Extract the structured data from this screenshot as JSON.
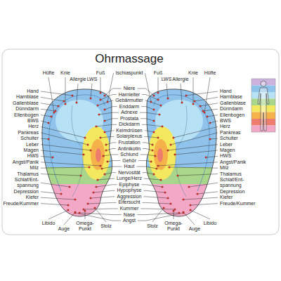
{
  "diagram": {
    "title": "Ohrmassage",
    "labels": [
      "Hüfte",
      "Knie",
      "Fuß",
      "Ischiaspunkt",
      "Fuß",
      "Knie",
      "Hüfte",
      "Allergie",
      "LWS",
      "LWS",
      "Allergie",
      "Hand",
      "Harnblase",
      "Gallenblase",
      "Dünndarm",
      "Ellenbogen",
      "BWS",
      "Herz",
      "Pankreas",
      "Schulter",
      "Leber",
      "Magen",
      "HWS",
      "Angst/Panik",
      "Milz",
      "Thalamus",
      "Schlaf/Ent- spannung",
      "Depression",
      "Kiefer",
      "Freude/Kummer",
      "Niere",
      "Harnleiter",
      "Gebärmutter",
      "Enddarm",
      "Adnexe",
      "Prostata",
      "Dickdarm",
      "Keimdrüsen",
      "Solarplexus",
      "Frustation",
      "Antinikotin",
      "Schlund",
      "Gehör",
      "Haut",
      "Nervosität",
      "Lunge/Herz",
      "Epiphyse",
      "Hypophyse",
      "Aggression",
      "Eifersucht",
      "Kummer",
      "Nase",
      "Angst",
      "Hand",
      "Harnblase",
      "Gallenblase",
      "Dünndarm",
      "Ellenbogen",
      "BWS",
      "Herz",
      "Pankreas",
      "Schulter",
      "Leber",
      "Magen",
      "HWS",
      "Angst/Panik",
      "Milz",
      "Thalamus",
      "Schlaf/Ent- spannung",
      "Depression",
      "Kiefer",
      "Freude/Kummer",
      "Libido",
      "Auge",
      "Omega- Punkt",
      "Stolz",
      "Stolz",
      "Omega- Punkt",
      "Auge",
      "Libido"
    ]
  }
}
